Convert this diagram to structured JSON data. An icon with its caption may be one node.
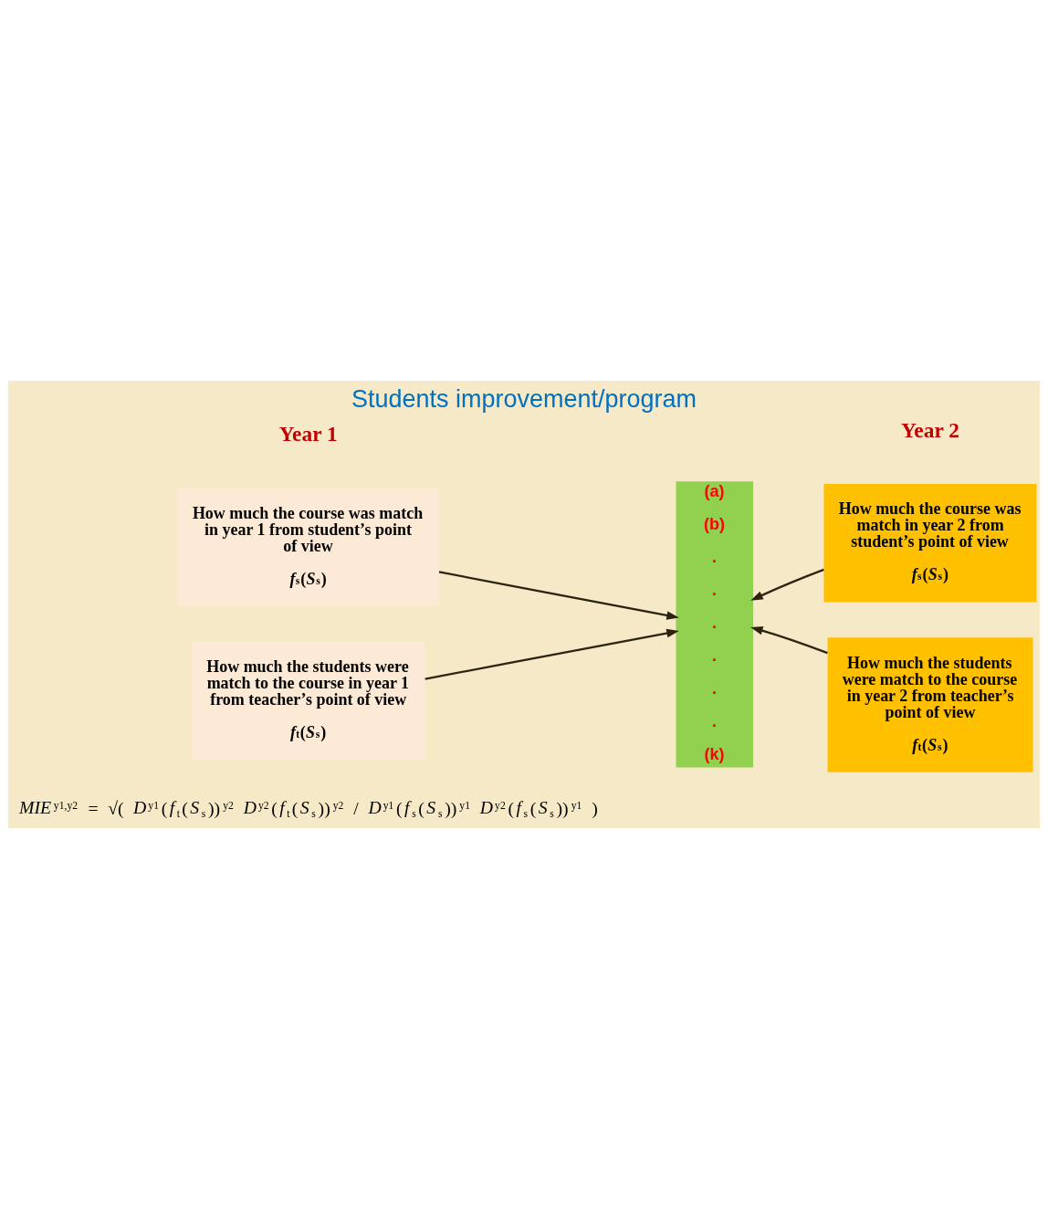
{
  "diagram": {
    "title": "Students improvement/program",
    "nodes": [
      {
        "text": [
          "How much the course was match in year 1 from student’s point of view",
          "*f*$_{s}$(*S*$_{s}$)"
        ]
      },
      {
        "text": [
          "How much the students were match to the course in year 1 from teacher’s point of view",
          "*f*$_{t}$(*S*$_{s}$)"
        ]
      },
      {
        "text": [
          "(a)",
          "(b)",
          ".",
          ".",
          ".",
          ".",
          ".",
          ".",
          "(k)"
        ]
      },
      {
        "text": [
          "How much the course was match in year 2 from student’s point of view",
          "*f*$_{s}$(*S*$_{s}$)"
        ]
      },
      {
        "text": [
          "How much the students were match to the course in year 2 from teacher’s point of view",
          "*f*$_{t}$(*S*$_{s}$)"
        ]
      }
    ],
    "edges": [
      {
        "from": 0,
        "to": 2,
        "arrow": "to"
      },
      {
        "from": 1,
        "to": 2,
        "arrow": "to"
      },
      {
        "from": 3,
        "to": 2,
        "arrow": "to"
      },
      {
        "from": 4,
        "to": 2,
        "arrow": "to"
      }
    ],
    "labels": [
      "Year 1",
      "Year 2",
      "*MIE*$^{y1,y2}$ = √( *D*$^{y1}$(*f*$_{t}$(*S*$_{s}$))$^{y2}$ *D*$^{y2}$(*f*$_{t}$(*S*$_{s}$))$^{y2}$ / *D*$^{y1}$(*f*$_{s}$(*S*$_{s}$))$^{y1}$ *D*$^{y2}$(*f*$_{s}$(*S*$_{s}$))$^{y1}$ )"
    ]
  }
}
